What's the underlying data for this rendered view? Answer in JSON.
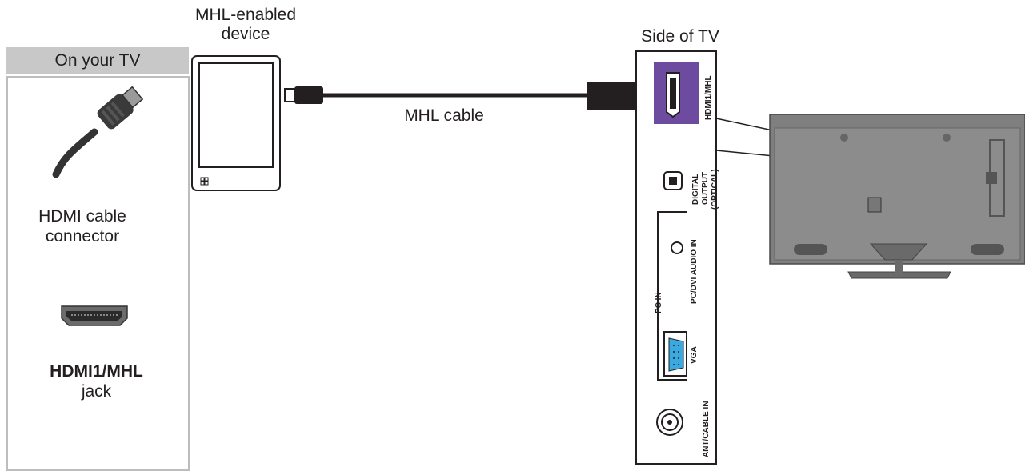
{
  "legend": {
    "header": "On your TV",
    "cable_label_line1": "HDMI cable",
    "cable_label_line2": "connector",
    "jack_label_bold": "HDMI1/MHL",
    "jack_label_line2": "jack"
  },
  "device": {
    "label_line1": "MHL-enabled",
    "label_line2": "device"
  },
  "cable": {
    "label": "MHL cable"
  },
  "tv_side": {
    "title": "Side of TV",
    "ports": [
      {
        "label": "HDMI1/MHL",
        "highlight_color": "#6d4c9f"
      },
      {
        "label": "DIGITAL"
      },
      {
        "label": "OUTPUT"
      },
      {
        "label": "(OPTICAL)"
      },
      {
        "label": "PC/DVI AUDIO IN"
      },
      {
        "label": "PC IN"
      },
      {
        "label": "VGA",
        "connector_color": "#3aa9e0"
      },
      {
        "label": "ANT/CABLE IN"
      }
    ]
  }
}
